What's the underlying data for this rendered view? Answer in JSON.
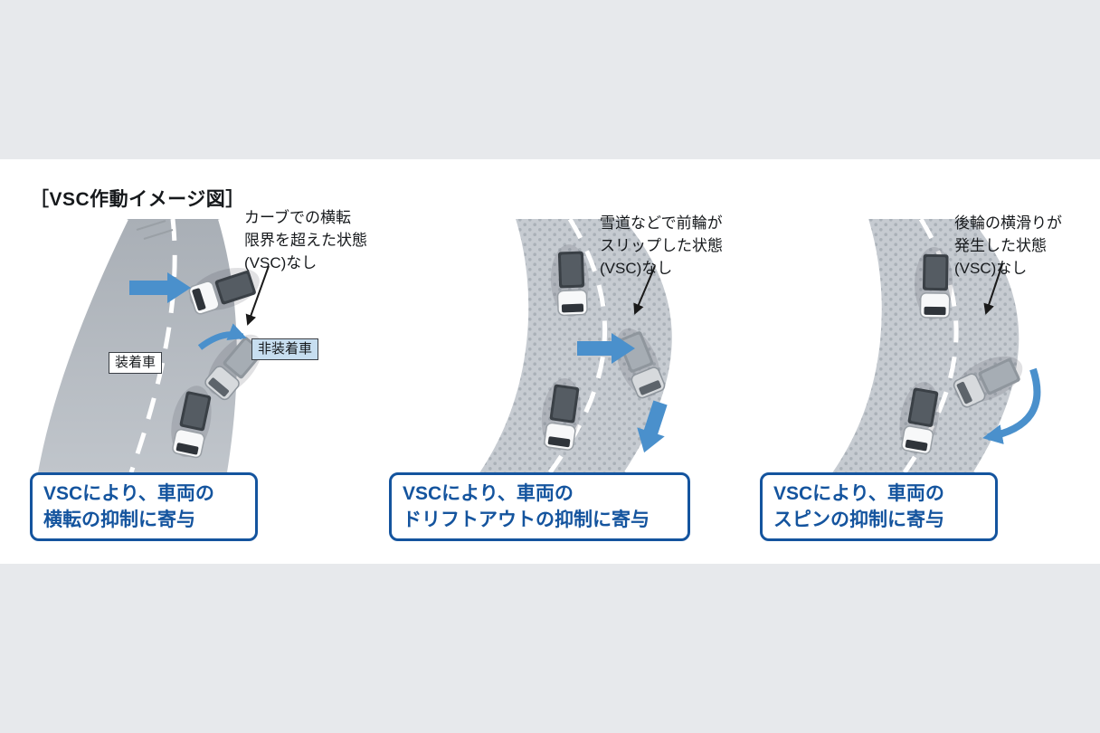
{
  "title": "［VSC作動イメージ図］",
  "colors": {
    "background": "#e7e9ec",
    "panel_band": "#ffffff",
    "accent_blue": "#14549e",
    "arrow_blue": "#4a90cc",
    "road_gray": "#b3b9bf",
    "label_blue_bg": "#c7def0"
  },
  "icons": {
    "truck": "truck-icon",
    "blue_arrow": "blue-arrow-icon",
    "pointer_arrow": "pointer-arrow-icon"
  },
  "panels": [
    {
      "id": "rollover",
      "annotation_lines": [
        "カーブでの横転",
        "限界を超えた状態",
        "(VSC)なし"
      ],
      "labels": {
        "equipped": "装着車",
        "non_equipped": "非装着車"
      },
      "caption_lines": [
        "VSCにより、車両の",
        "横転の抑制に寄与"
      ]
    },
    {
      "id": "drift-out",
      "annotation_lines": [
        "雪道などで前輪が",
        "スリップした状態",
        "(VSC)なし"
      ],
      "caption_lines": [
        "VSCにより、車両の",
        "ドリフトアウトの抑制に寄与"
      ]
    },
    {
      "id": "spin",
      "annotation_lines": [
        "後輪の横滑りが",
        "発生した状態",
        "(VSC)なし"
      ],
      "caption_lines": [
        "VSCにより、車両の",
        "スピンの抑制に寄与"
      ]
    }
  ]
}
